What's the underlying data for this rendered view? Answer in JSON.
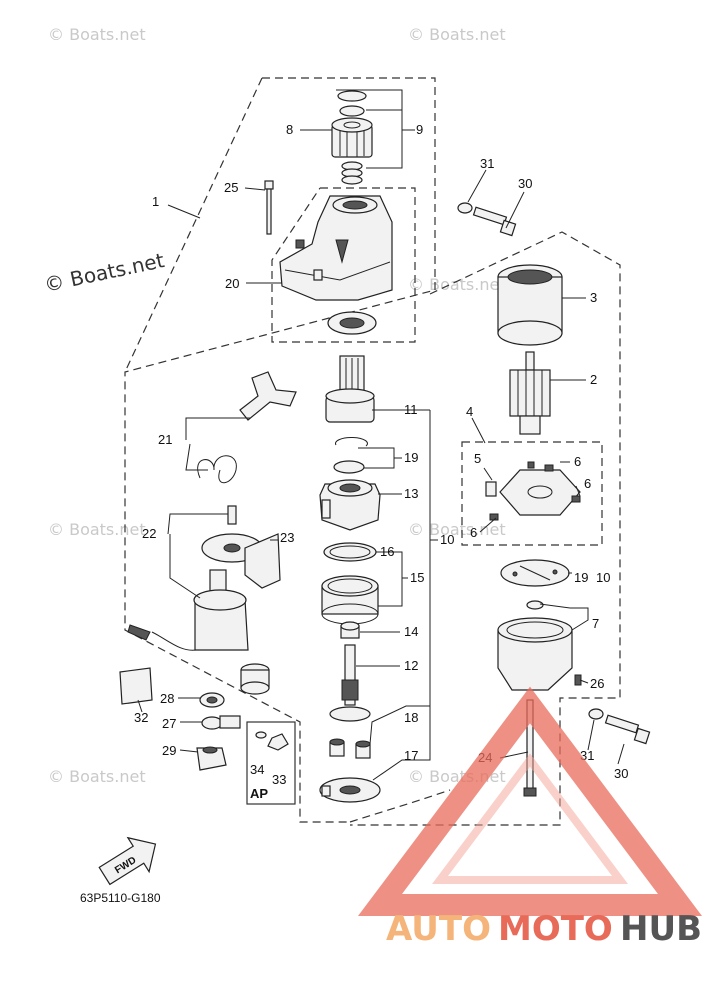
{
  "watermarks": {
    "site": "© Boats.net",
    "main": "© Boats.net"
  },
  "diagram_code": "63P5110-G180",
  "fwd_label": "FWD",
  "ap_label": "AP",
  "part_numbers": {
    "p1": "1",
    "p2": "2",
    "p3": "3",
    "p4": "4",
    "p5": "5",
    "p6": "6",
    "p7": "7",
    "p8": "8",
    "p9": "9",
    "p10": "10",
    "p11": "11",
    "p12": "12",
    "p13": "13",
    "p14": "14",
    "p15": "15",
    "p16": "16",
    "p17": "17",
    "p18": "18",
    "p19": "19",
    "p20": "20",
    "p21": "21",
    "p22": "22",
    "p23": "23",
    "p24": "24",
    "p25": "25",
    "p26": "26",
    "p27": "27",
    "p28": "28",
    "p29": "29",
    "p30": "30",
    "p31": "31",
    "p32": "32",
    "p33": "33",
    "p34": "34",
    "p19_10": "19",
    "p10_b": "10"
  },
  "logo": {
    "part1": "AUTO",
    "part2": "MOTO",
    "part3": "HUB",
    "colors": {
      "auto": "#f5b47a",
      "moto": "#e86b5a",
      "hub": "#555555",
      "triangle": "#e86b5a"
    }
  }
}
